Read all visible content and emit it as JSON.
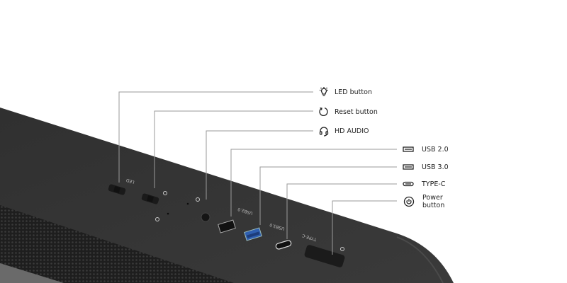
{
  "callouts": {
    "led": {
      "label": "LED button",
      "icon": "lightbulb-icon"
    },
    "reset": {
      "label": "Reset button",
      "icon": "reset-icon"
    },
    "audio": {
      "label": "HD AUDIO",
      "icon": "headset-icon"
    },
    "usb2": {
      "label": "USB 2.0",
      "icon": "usb-a-icon"
    },
    "usb3": {
      "label": "USB 3.0",
      "icon": "usb-a-icon"
    },
    "typec": {
      "label": "TYPE-C",
      "icon": "usb-c-icon"
    },
    "power": {
      "label_line1": "Power",
      "label_line2": "button",
      "icon": "power-icon"
    }
  },
  "case_print": {
    "led": "LED",
    "usb2": "USB2.0",
    "usb3": "USB3.0",
    "typec": "TYPE-C"
  },
  "colors": {
    "case": "#2f2f2f",
    "usb3_port": "#2f5fb0",
    "leader": "#9a9a9a"
  }
}
